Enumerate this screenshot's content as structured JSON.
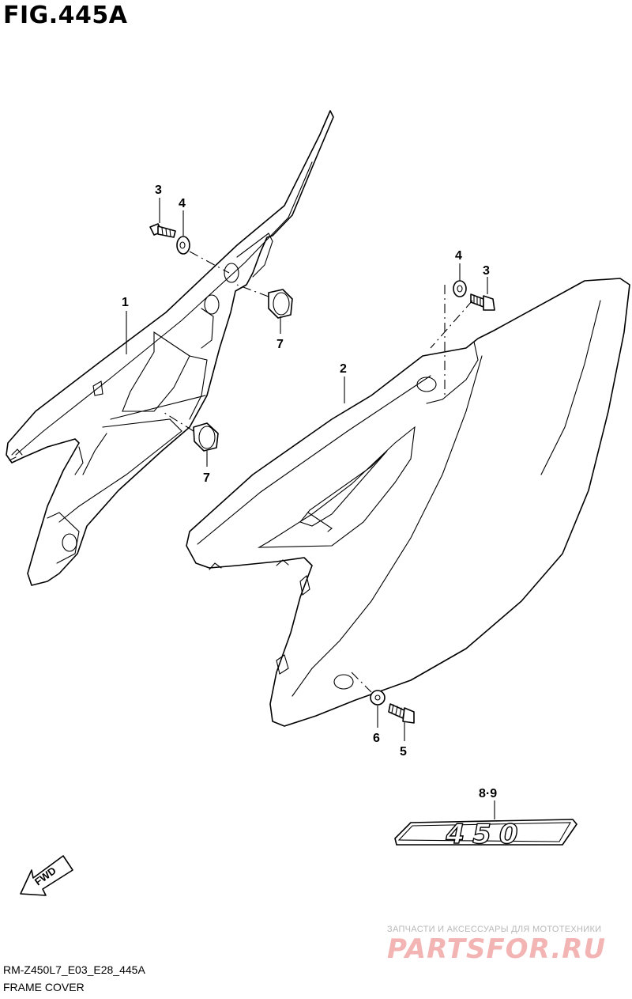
{
  "header": {
    "title": "FIG.445A"
  },
  "callouts": {
    "frame_cover_left": "1",
    "frame_cover_right": "2",
    "bolt_left": "3",
    "washer_left": "4",
    "washer_right": "4",
    "bolt_right": "3",
    "bolt_lower": "5",
    "washer_lower": "6",
    "cushion_upper": "7",
    "cushion_lower": "7",
    "emblem": "8·9"
  },
  "emblem_text": "450",
  "fwd_arrow": {
    "label": "FWD"
  },
  "footer": {
    "code": "RM-Z450L7_E03_E28_445A",
    "name": "FRAME COVER"
  },
  "watermark": {
    "tagline": "ЗАПЧАСТИ И АКСЕССУАРЫ ДЛЯ МОТОТЕХНИКИ",
    "brand": "PARTSFOR.RU"
  },
  "colors": {
    "line": "#000000",
    "watermark_brand": "#f3b4b4",
    "watermark_tagline": "#b8b8b8"
  }
}
